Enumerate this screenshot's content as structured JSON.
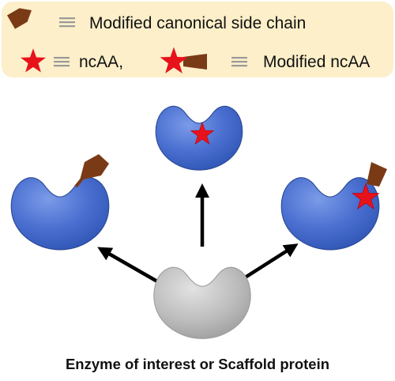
{
  "legend": {
    "row1_label": "Modified canonical side chain",
    "row2_label_a": "ncAA,",
    "row2_label_b": "Modified ncAA",
    "equivalence_glyph": "equivalence-icon",
    "box_color": "#FCEFC9"
  },
  "caption": "Enzyme of interest or Scaffold protein",
  "colors": {
    "enzyme_modified": "#4A6FD0",
    "enzyme_modified_edge": "#2C4A96",
    "enzyme_base": "#B8B8B8",
    "side_chain": "#7B3A16",
    "ncaa_star": "#E8121B",
    "arrow": "#000000"
  },
  "diagram": {
    "source_node": "enzyme-base-gray",
    "products": [
      {
        "id": "enzyme-modified-canonical",
        "attachment": "side-chain-pentagon-icon"
      },
      {
        "id": "enzyme-ncaa",
        "attachment": "star-icon"
      },
      {
        "id": "enzyme-modified-ncaa",
        "attachment": "star-with-side-chain-icon"
      }
    ]
  }
}
